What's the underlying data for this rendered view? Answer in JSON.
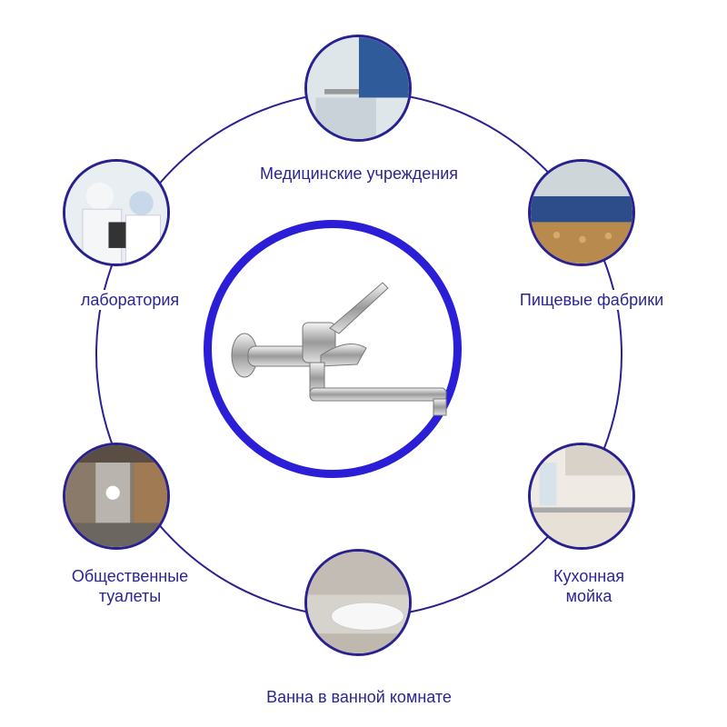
{
  "colors": {
    "ring": "#2a2190",
    "center_border": "#2a1fd6",
    "text": "#2a2590"
  },
  "center": {
    "icon": "wall-faucet-icon"
  },
  "applications": [
    {
      "label": "Медицинские учреждения",
      "icon": "hospital-sink-icon"
    },
    {
      "label": "лаборатория",
      "icon": "laboratory-icon"
    },
    {
      "label": "Пищевые фабрики",
      "icon": "food-factory-icon"
    },
    {
      "label_line1": "Общественные",
      "label_line2": "туалеты",
      "icon": "public-toilet-icon"
    },
    {
      "label_line1": "Кухонная",
      "label_line2": "мойка",
      "icon": "kitchen-sink-icon"
    },
    {
      "label": "Ванна в ванной комнате",
      "icon": "bathtub-icon"
    }
  ]
}
